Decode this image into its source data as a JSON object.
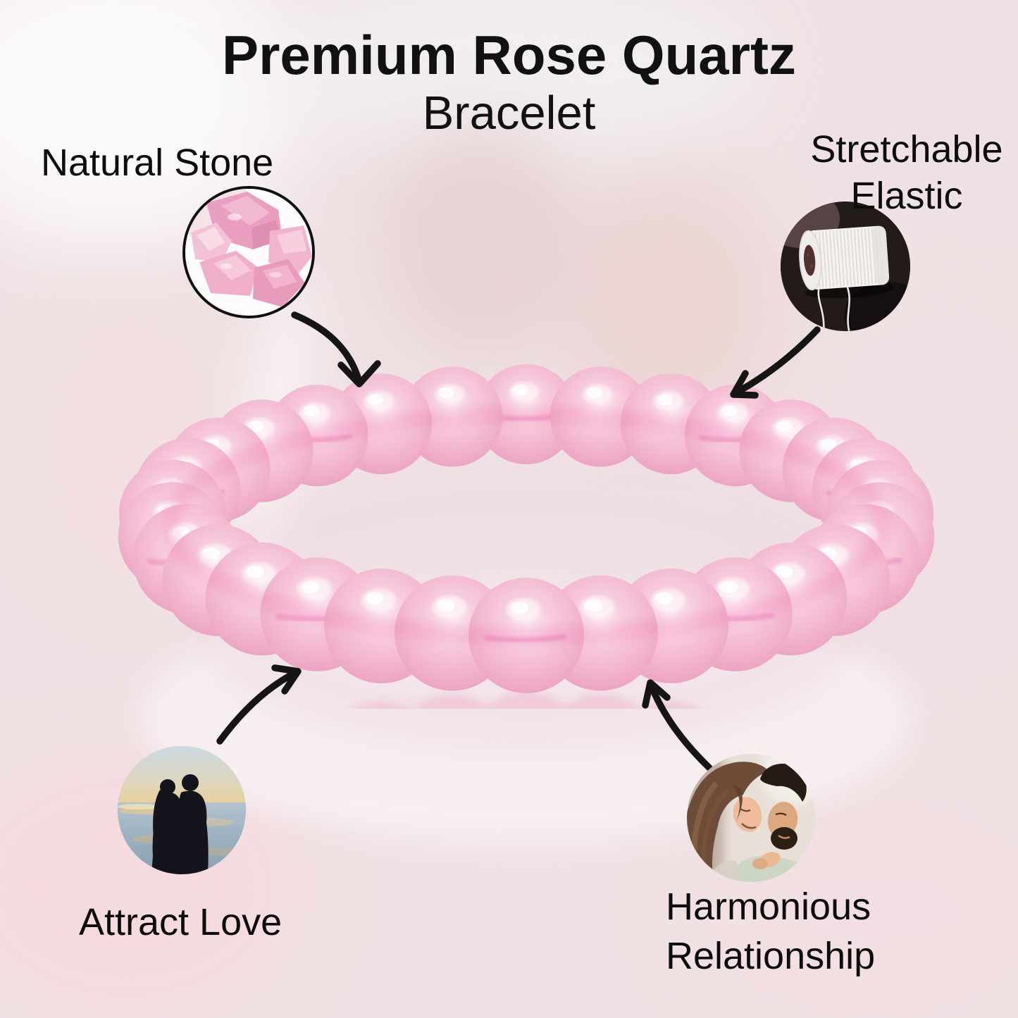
{
  "title": {
    "line1": "Premium Rose Quartz",
    "line2": "Bracelet"
  },
  "callouts": {
    "natural_stone": {
      "label": "Natural Stone"
    },
    "stretchable_elastic": {
      "label": "Stretchable Elastic"
    },
    "attract_love": {
      "label": "Attract Love"
    },
    "harmonious_relationship": {
      "label": "Harmonious Relationship"
    }
  },
  "bracelet": {
    "bead_count": 30,
    "bead_color": "#f2b6ce",
    "bead_highlight_color": "#ffffff",
    "thread_color": "#d6217c",
    "vein_color": "#e65ba6"
  },
  "colors": {
    "background": "#f0e2e4",
    "text": "#111111",
    "arrow": "#151515"
  }
}
